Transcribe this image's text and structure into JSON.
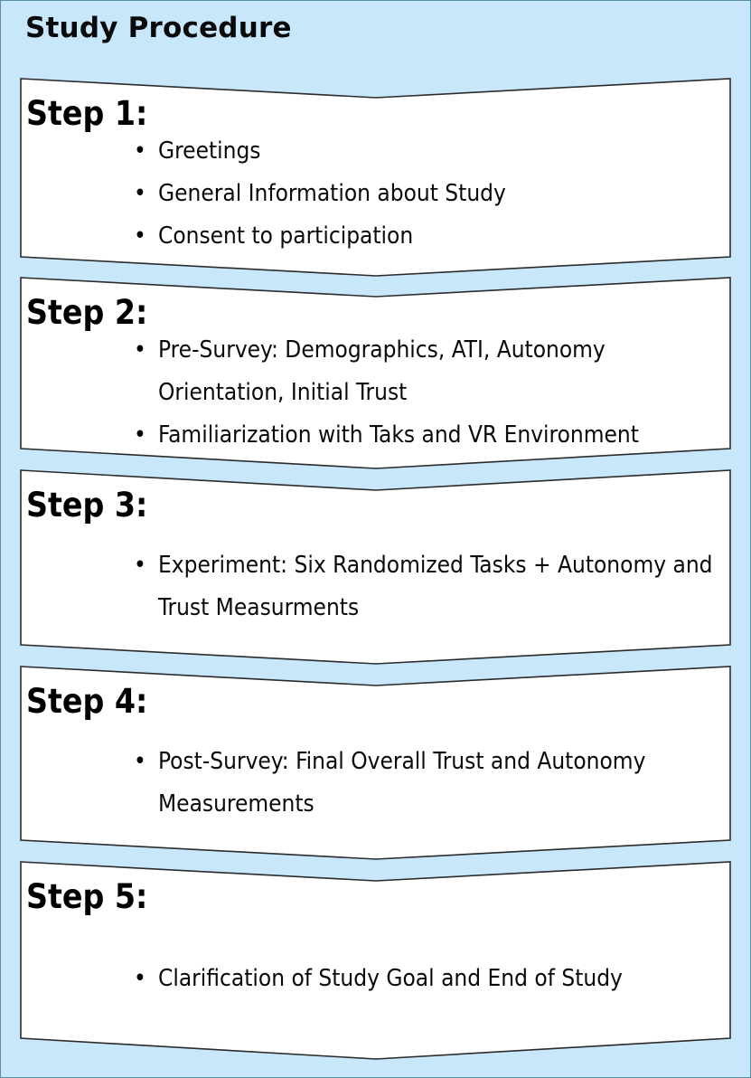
{
  "page": {
    "title": "Study Procedure",
    "background_color": "#c8e7fb",
    "box_fill_color": "#ffffff",
    "box_stroke_color": "#2b2b2b",
    "text_color": "#0a0a0a"
  },
  "steps": [
    {
      "label": "Step 1:",
      "items": [
        "Greetings",
        "General Information about Study",
        "Consent to participation"
      ]
    },
    {
      "label": "Step 2:",
      "items": [
        "Pre-Survey: Demographics, ATI, Autonomy Orientation, Initial Trust",
        "Familiarization with Taks and VR Environment"
      ]
    },
    {
      "label": "Step 3:",
      "items": [
        "Experiment: Six Randomized Tasks + Autonomy and Trust Measurments"
      ]
    },
    {
      "label": "Step 4:",
      "items": [
        "Post-Survey: Final Overall Trust and Autonomy Measurements"
      ]
    },
    {
      "label": "Step 5:",
      "items": [
        "Clarification of Study Goal and End of Study"
      ]
    }
  ]
}
